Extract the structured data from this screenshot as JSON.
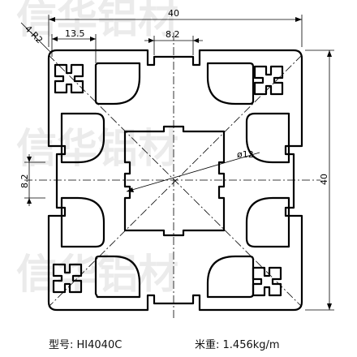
{
  "dimensions": {
    "width": "40",
    "height": "40",
    "slot_outer": "13.5",
    "slot_width": "8.2",
    "side_slot_width": "8.2",
    "center_hole": "ø12",
    "corner_radius": "4-R2"
  },
  "watermark": "信华铝材",
  "footer": {
    "model_label": "型号:",
    "model_value": "HI4040C",
    "weight_label": "米重:",
    "weight_value": "1.456kg/m"
  }
}
